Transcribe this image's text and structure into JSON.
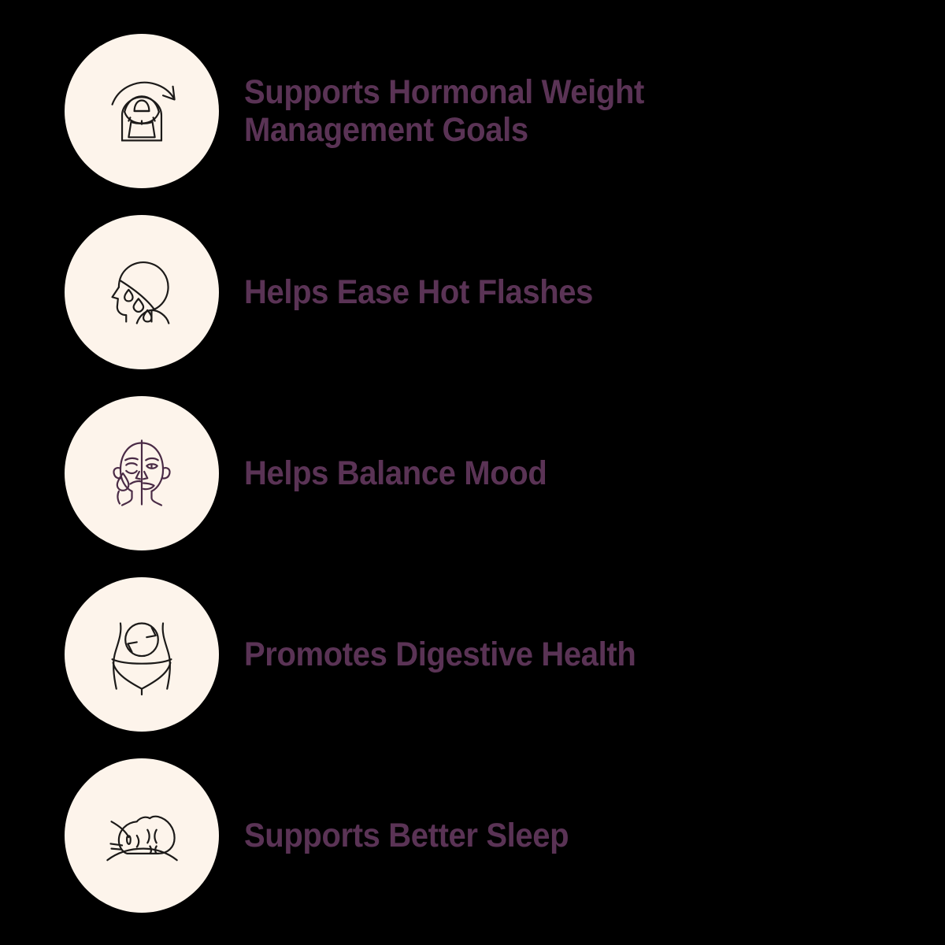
{
  "theme": {
    "page_background": "#000000",
    "circle_background": "#FDF4EB",
    "text_color": "#5A3355",
    "icon_stroke": "#1C1A19",
    "icon_stroke_accent": "#4A2B46"
  },
  "benefits": [
    {
      "icon": "weight-scale-icon",
      "label": "Supports Hormonal Weight\nManagement Goals"
    },
    {
      "icon": "sweating-face-profile-icon",
      "label": "Helps Ease Hot Flashes"
    },
    {
      "icon": "split-face-mood-icon",
      "label": "Helps Balance Mood"
    },
    {
      "icon": "abdomen-digestion-cycle-icon",
      "label": "Promotes Digestive Health"
    },
    {
      "icon": "sleeping-head-pillow-icon",
      "label": "Supports Better Sleep"
    }
  ]
}
